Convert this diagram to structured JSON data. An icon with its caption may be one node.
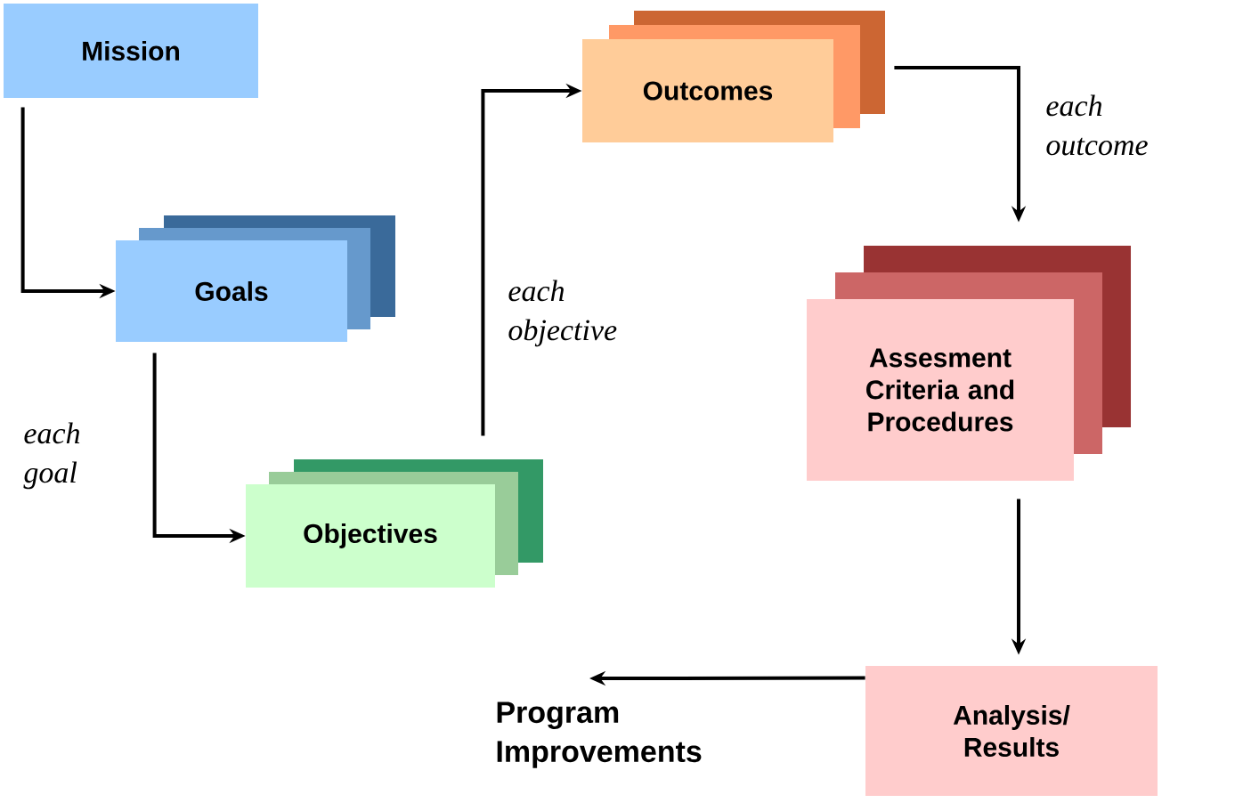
{
  "diagram": {
    "nodes": [
      {
        "text": [
          "Mission"
        ]
      },
      {
        "text": [
          "Goals"
        ]
      },
      {
        "text": [
          "Objectives"
        ]
      },
      {
        "text": [
          "Outcomes"
        ]
      },
      {
        "text": [
          "Assesment Criteria and Procedures"
        ]
      },
      {
        "text": [
          "Analysis/ Results"
        ]
      },
      {
        "text": [
          "Program Improvements"
        ]
      }
    ],
    "edges": [
      {
        "from": 0,
        "to": 1,
        "arrow": "to"
      },
      {
        "from": 1,
        "to": 2,
        "arrow": "to",
        "label": "each goal"
      },
      {
        "from": 2,
        "to": 3,
        "arrow": "to",
        "label": "each objective"
      },
      {
        "from": 3,
        "to": 4,
        "arrow": "to",
        "label": "each outcome"
      },
      {
        "from": 4,
        "to": 5,
        "arrow": "to"
      },
      {
        "from": 5,
        "to": 6,
        "arrow": "to"
      }
    ]
  }
}
